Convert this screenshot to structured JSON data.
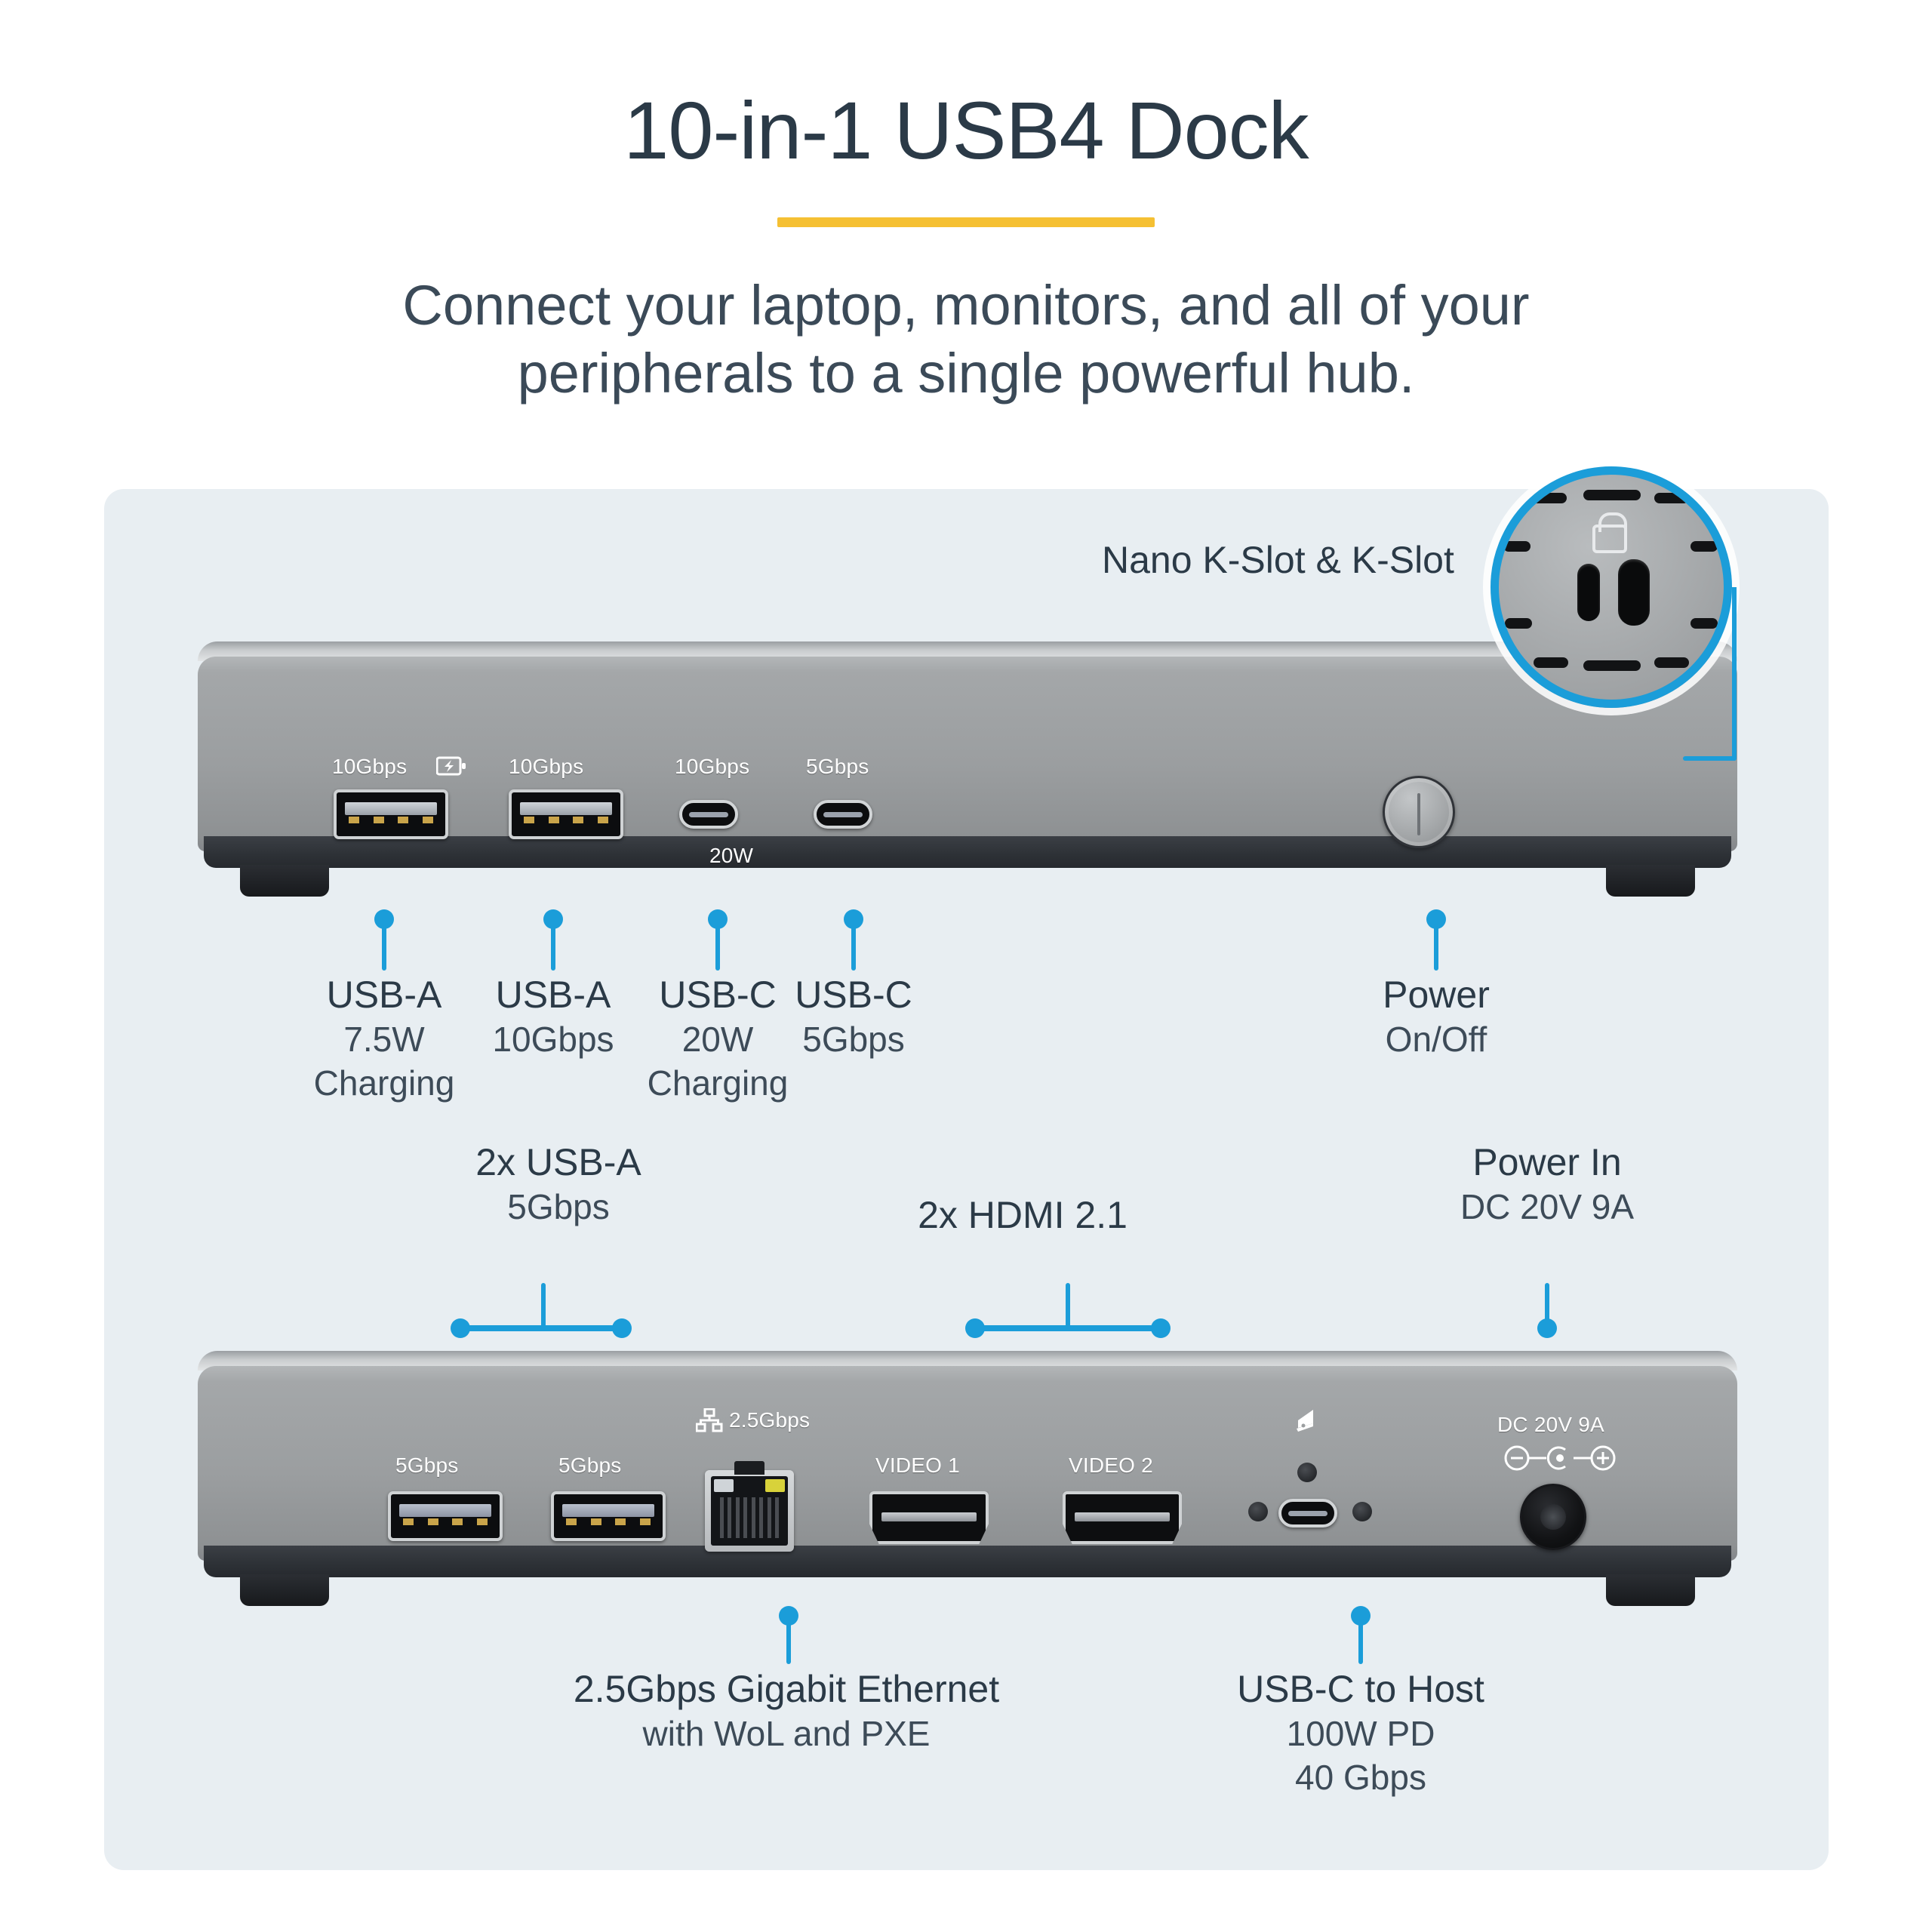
{
  "header": {
    "title": "10-in-1 USB4 Dock",
    "subtitle": "Connect your laptop, monitors, and all of your peripherals to a single powerful hub.",
    "accent_rule_color": "#f5c033",
    "title_color": "#2b3a47"
  },
  "colors": {
    "panel_bg": "#e8eef2",
    "callout_blue": "#1b9dd9",
    "body_silver": "#9b9ea0",
    "base_dark": "#2d3136"
  },
  "front_panel": {
    "port_labels": {
      "usb_a1": "10Gbps",
      "usb_a1_icon": "battery-charging-icon",
      "usb_a2": "10Gbps",
      "usb_c1": "10Gbps",
      "usb_c1_sub": "20W",
      "usb_c2": "5Gbps"
    },
    "power_button_icon": "power-line-icon",
    "callouts": [
      {
        "main": "USB-A",
        "sub1": "7.5W",
        "sub2": "Charging"
      },
      {
        "main": "USB-A",
        "sub1": "10Gbps",
        "sub2": ""
      },
      {
        "main": "USB-C",
        "sub1": "20W",
        "sub2": "Charging"
      },
      {
        "main": "USB-C",
        "sub1": "5Gbps",
        "sub2": ""
      },
      {
        "main": "Power",
        "sub1": "On/Off",
        "sub2": ""
      }
    ],
    "kslot_callout": {
      "label": "Nano K-Slot & K-Slot",
      "magnifier_icon": "lock-icon"
    }
  },
  "rear_panel": {
    "port_labels": {
      "usb_a1": "5Gbps",
      "usb_a2": "5Gbps",
      "ethernet": "2.5Gbps",
      "ethernet_icon": "network-icon",
      "hdmi1": "VIDEO 1",
      "hdmi2": "VIDEO 2",
      "host_icon": "laptop-icon",
      "dc_in": "DC 20V 9A",
      "dc_polarity_icon": "dc-center-positive-icon"
    },
    "top_callouts": [
      {
        "main": "2x USB-A",
        "sub1": "5Gbps",
        "sub2": "",
        "style": "bracket"
      },
      {
        "main": "2x HDMI 2.1",
        "sub1": "",
        "sub2": "",
        "style": "bracket"
      },
      {
        "main": "Power In",
        "sub1": "DC 20V 9A",
        "sub2": "",
        "style": "stem"
      }
    ],
    "bottom_callouts": [
      {
        "main": "2.5Gbps Gigabit Ethernet",
        "sub1": "with WoL and PXE",
        "sub2": ""
      },
      {
        "main": "USB-C to Host",
        "sub1": "100W PD",
        "sub2": "40 Gbps"
      }
    ]
  }
}
